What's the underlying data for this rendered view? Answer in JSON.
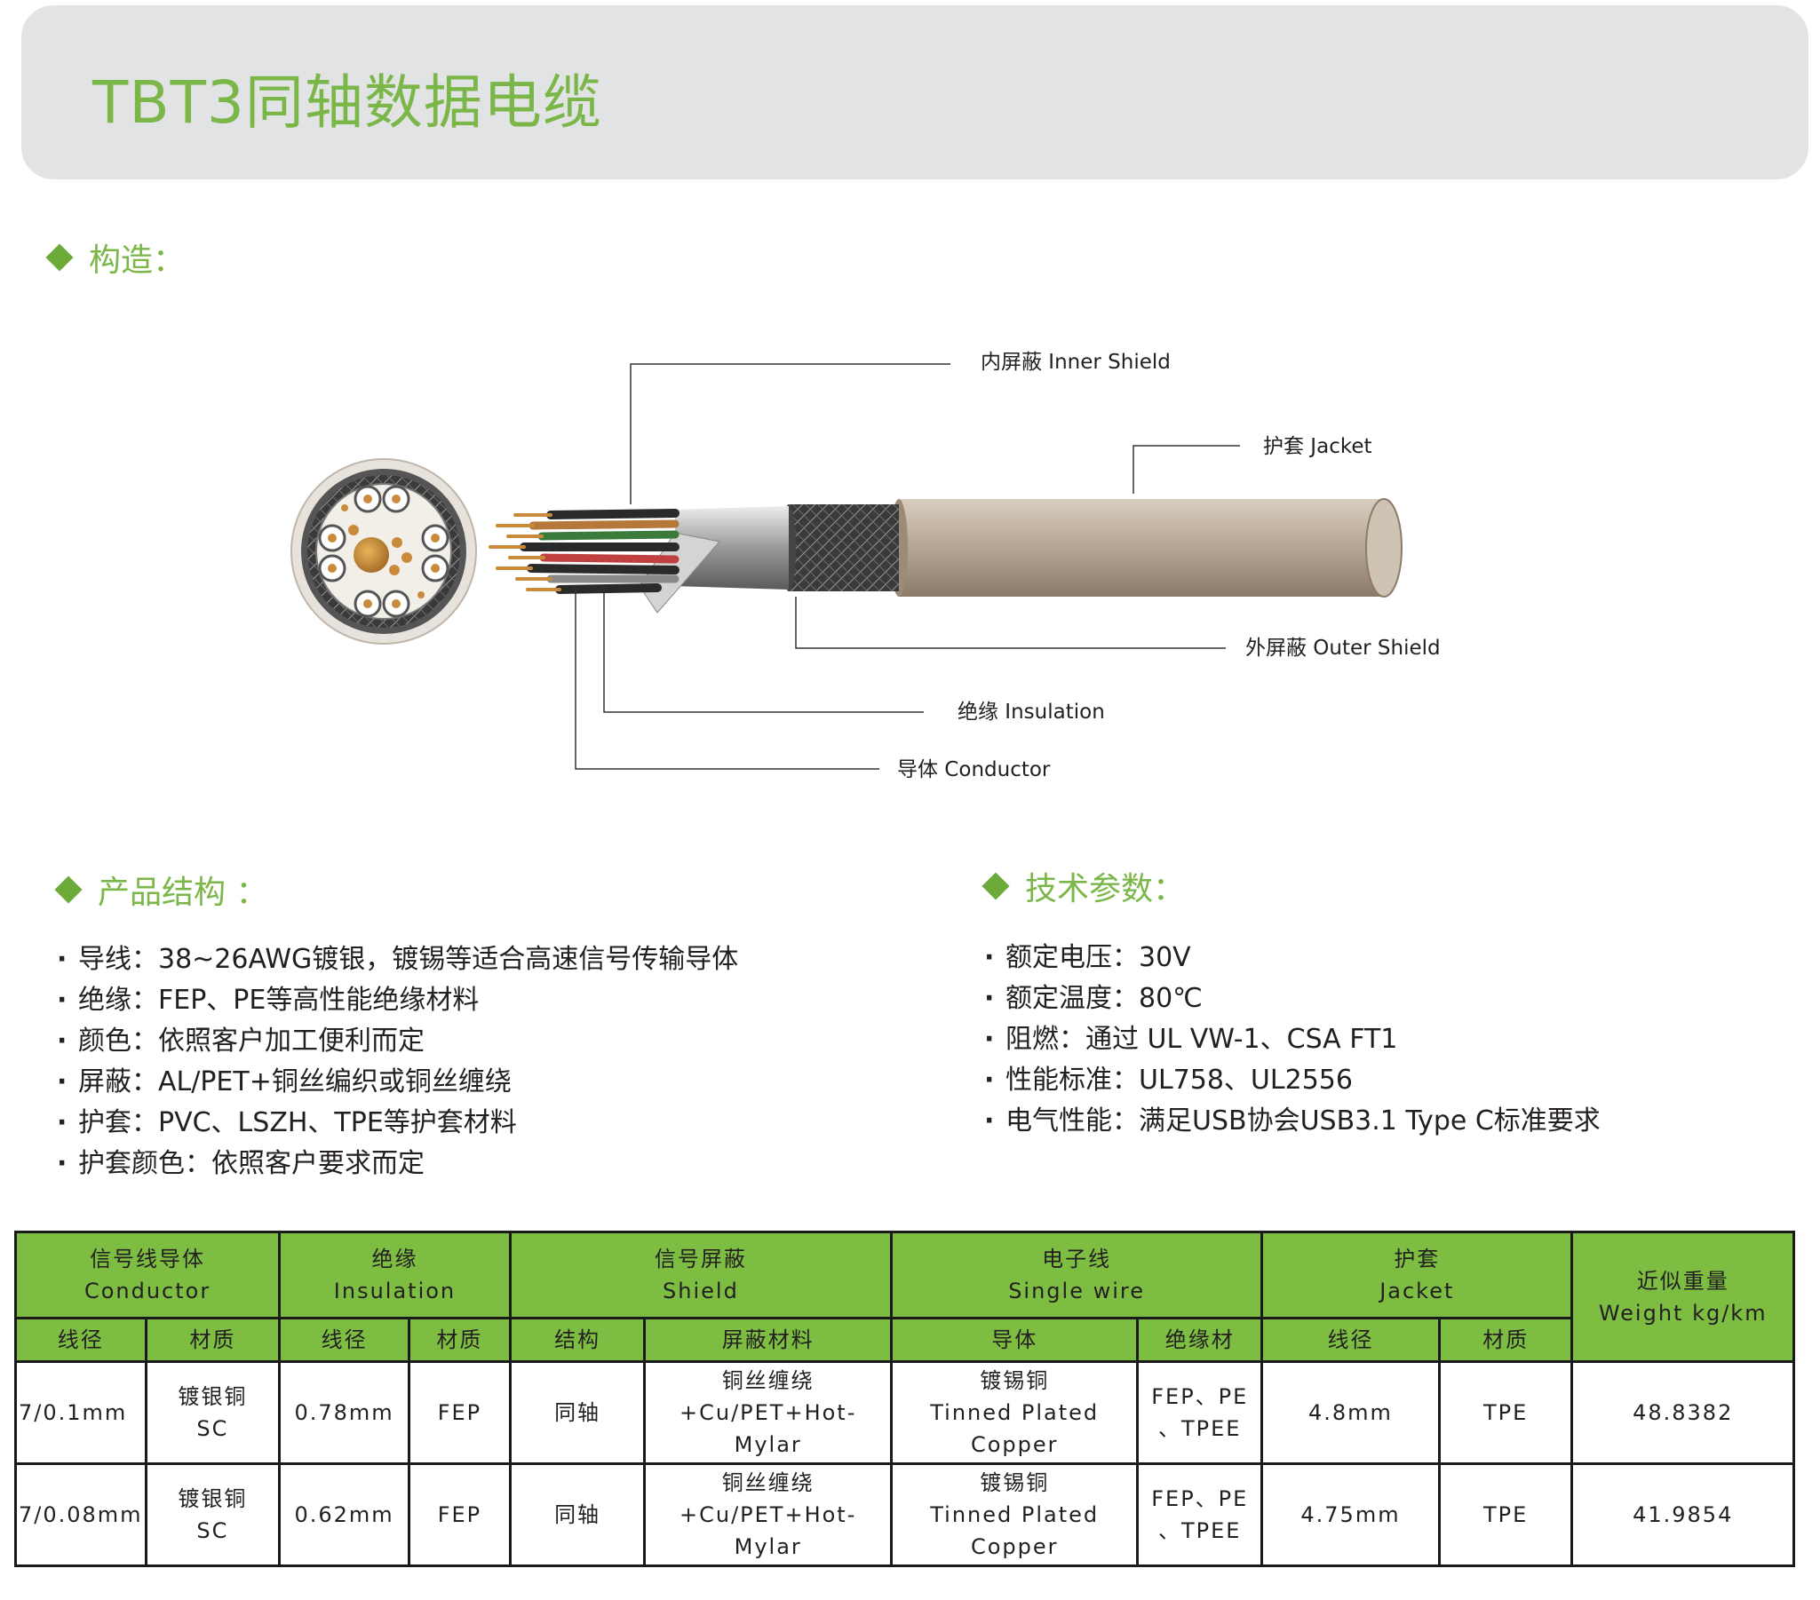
{
  "title": "TBT3同轴数据电缆",
  "sections": {
    "construction": "构造：",
    "structure": "产品结构 ：",
    "tech": "技术参数："
  },
  "diagram_labels": {
    "inner_shield": "内屏蔽  Inner Shield",
    "jacket": "护套  Jacket",
    "outer_shield": "外屏蔽  Outer Shield",
    "insulation": "绝缘  Insulation",
    "conductor": "导体  Conductor"
  },
  "structure_items": [
    "导线：38~26AWG镀银，镀锡等适合高速信号传输导体",
    "绝缘：FEP、PE等高性能绝缘材料",
    "颜色：依照客户加工便利而定",
    "屏蔽：AL/PET+铜丝编织或铜丝缠绕",
    "护套：PVC、LSZH、TPE等护套材料",
    "护套颜色：依照客户要求而定"
  ],
  "tech_items": [
    "额定电压：30V",
    "额定温度：80℃",
    "阻燃：通过 UL VW-1、CSA FT1",
    "性能标准：UL758、UL2556",
    "电气性能：满足USB协会USB3.1 Type C标准要求"
  ],
  "table": {
    "groups": [
      {
        "cn": "信号线导体",
        "en": "Conductor"
      },
      {
        "cn": "绝缘",
        "en": "Insulation"
      },
      {
        "cn": "信号屏蔽",
        "en": "Shield"
      },
      {
        "cn": "电子线",
        "en": "Single wire"
      },
      {
        "cn": "护套",
        "en": "Jacket"
      },
      {
        "cn": "近似重量",
        "en": "Weight kg/km"
      }
    ],
    "subheaders": [
      "线径",
      "材质",
      "线径",
      "材质",
      "结构",
      "屏蔽材料",
      "导体",
      "绝缘材",
      "线径",
      "材质"
    ],
    "rows": [
      {
        "cond_size": "7/0.1mm",
        "cond_mat_cn": "镀银铜",
        "cond_mat_en": "SC",
        "ins_size": "0.78mm",
        "ins_mat": "FEP",
        "shield_struct": "同轴",
        "shield_mat_1": "铜丝缠绕",
        "shield_mat_2": "+Cu/PET+Hot-",
        "shield_mat_3": "Mylar",
        "sw_cond_1": "镀锡铜",
        "sw_cond_2": "Tinned Plated",
        "sw_cond_3": "Copper",
        "sw_ins_1": "FEP、PE",
        "sw_ins_2": "、TPEE",
        "jacket_size": "4.8mm",
        "jacket_mat": "TPE",
        "weight": "48.8382"
      },
      {
        "cond_size": "7/0.08mm",
        "cond_mat_cn": "镀银铜",
        "cond_mat_en": "SC",
        "ins_size": "0.62mm",
        "ins_mat": "FEP",
        "shield_struct": "同轴",
        "shield_mat_1": "铜丝缠绕",
        "shield_mat_2": "+Cu/PET+Hot-",
        "shield_mat_3": "Mylar",
        "sw_cond_1": "镀锡铜",
        "sw_cond_2": "Tinned Plated",
        "sw_cond_3": "Copper",
        "sw_ins_1": "FEP、PE",
        "sw_ins_2": "、TPEE",
        "jacket_size": "4.75mm",
        "jacket_mat": "TPE",
        "weight": "41.9854"
      }
    ]
  },
  "colors": {
    "accent_green": "#7ab648",
    "header_green": "#7dbd42",
    "banner_gray": "#e2e3e4",
    "jacket_tan": "#b5a592"
  }
}
